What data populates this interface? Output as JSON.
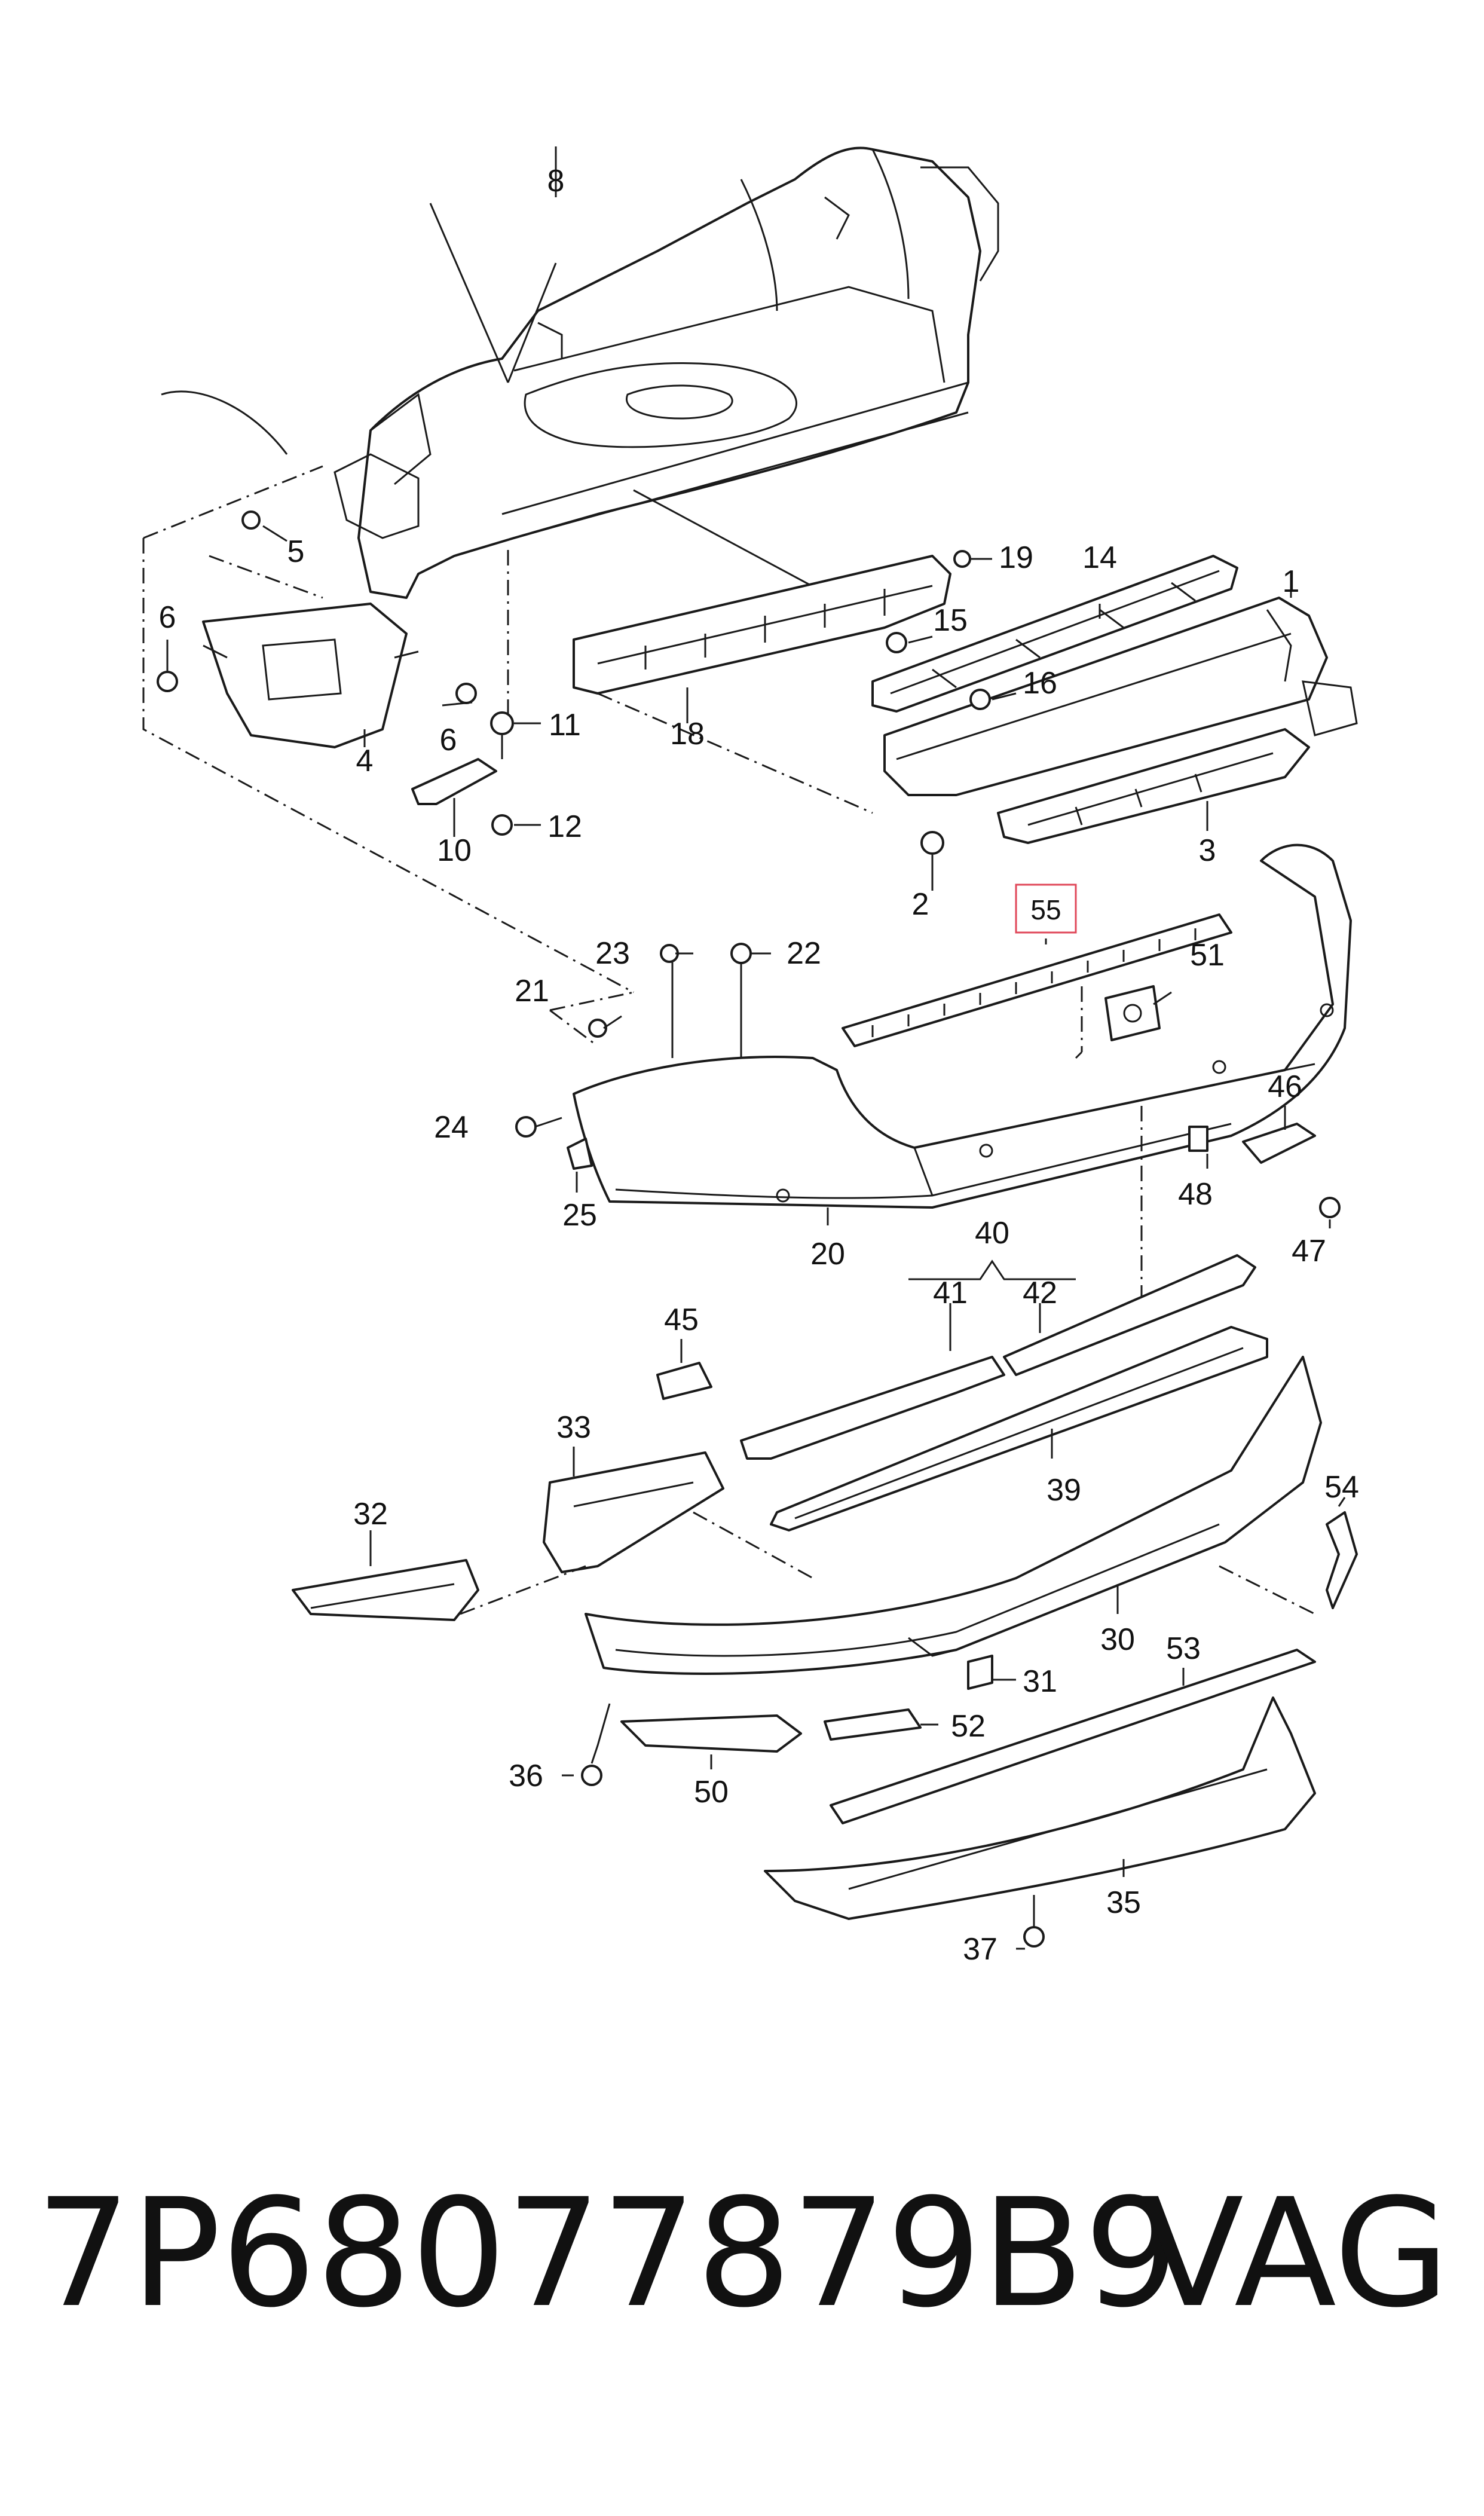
{
  "callouts": [
    "1",
    "2",
    "3",
    "4",
    "5",
    "6",
    "6",
    "8",
    "10",
    "11",
    "12",
    "14",
    "15",
    "16",
    "18",
    "19",
    "20",
    "21",
    "22",
    "23",
    "24",
    "25",
    "30",
    "31",
    "32",
    "33",
    "35",
    "36",
    "37",
    "39",
    "40",
    "41",
    "42",
    "45",
    "46",
    "47",
    "48",
    "50",
    "51",
    "52",
    "53",
    "54",
    "55"
  ],
  "highlighted_callout": "55",
  "highlight_color": "#e0485a",
  "footer": {
    "part_number": "7P68077879B9",
    "brand": "VAG"
  }
}
